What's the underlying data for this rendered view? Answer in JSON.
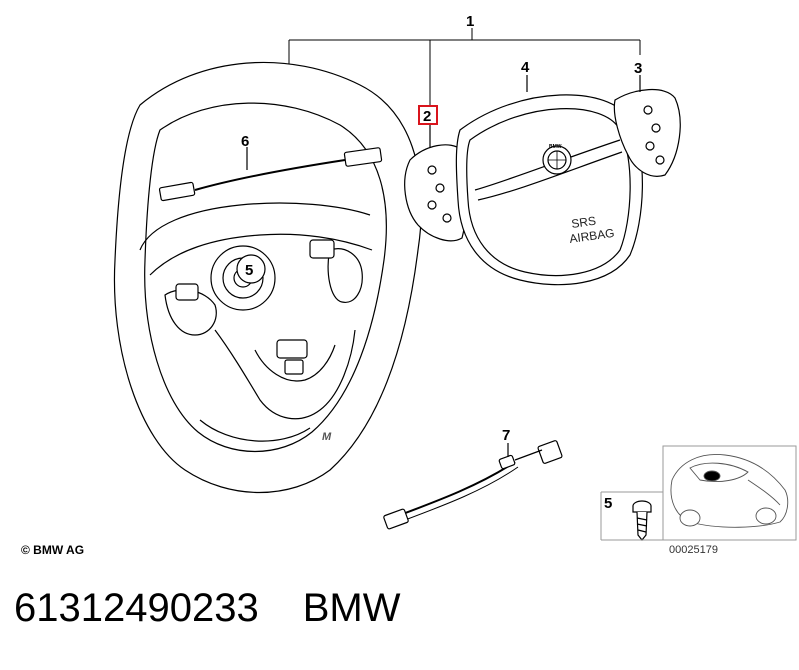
{
  "callouts": {
    "c1": "1",
    "c2": "2",
    "c3": "3",
    "c4": "4",
    "c5_wheel": "5",
    "c5_inset": "5",
    "c6": "6",
    "c7": "7"
  },
  "airbag": {
    "srs_line": "SRS",
    "airbag_line": "AIRBAG",
    "logo_text": "BMW"
  },
  "wheel_badge": "M",
  "copyright": "© BMW AG",
  "diagram_ref": "00025179",
  "caption": {
    "part_number": "61312490233",
    "brand": "BMW"
  },
  "colors": {
    "line": "#000000",
    "highlight_box": "#d9141c",
    "inset_border": "#9a9a9a"
  }
}
